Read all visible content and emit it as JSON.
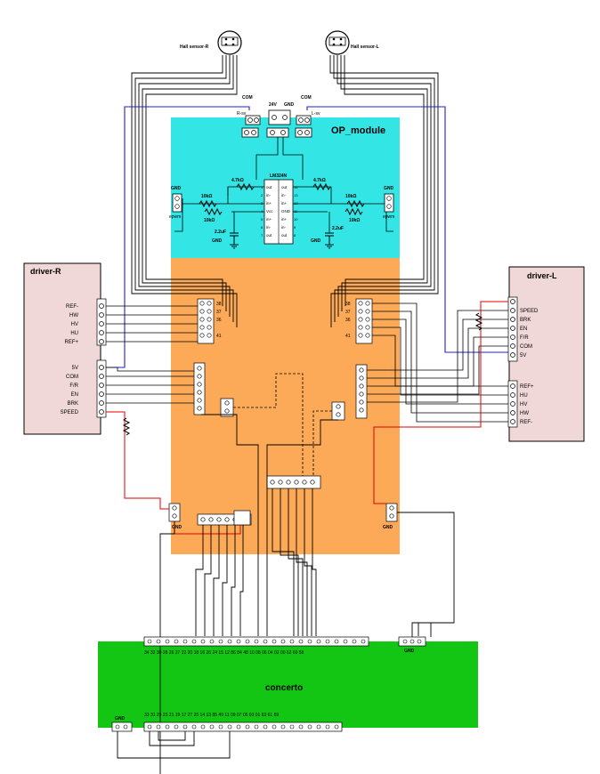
{
  "colors": {
    "op_module": "#33e5e5",
    "main_board": "#fcaa58",
    "driver_box": "#f0d8d8",
    "concerto": "#13c613",
    "wire": "#000000",
    "wire_red": "#e00000",
    "wire_blue": "#2020d0"
  },
  "sensors": {
    "right": "Hall sensor-R",
    "left": "Hall sensor-L"
  },
  "power": {
    "com_left": "COM",
    "v24": "24V",
    "gnd": "GND",
    "com_right": "COM",
    "r_sv": "R-sv",
    "l_sv": "L-sv"
  },
  "op_module": {
    "title": "OP_module",
    "chip": "LM324N",
    "gnd_left": "GND",
    "gnd_right": "GND",
    "epwm_left": "epwm",
    "epwm_right": "epwm",
    "r_10k_1": "10kΩ",
    "r_10k_2": "10kΩ",
    "r_10k_3": "10kΩ",
    "r_10k_4": "10kΩ",
    "r_47k_1": "4.7kΩ",
    "r_47k_2": "4.7kΩ",
    "c_1": "2.2uF",
    "c_2": "2.2uF",
    "gnd_c1": "GND",
    "gnd_c2": "GND",
    "pins_left": [
      "out",
      "in-",
      "in+",
      "Vcc",
      "in+",
      "in-",
      "out"
    ],
    "pins_right": [
      "out",
      "in-",
      "in+",
      "GND",
      "in+",
      "in-",
      "out"
    ],
    "pin_nums_left": [
      "1",
      "2",
      "3",
      "4",
      "5",
      "6",
      "7"
    ],
    "pin_nums_right": [
      "14",
      "13",
      "12",
      "11",
      "10",
      "9",
      "8"
    ]
  },
  "driver_r": {
    "title": "driver-R",
    "top_pins": [
      "REF-",
      "HW",
      "HV",
      "HU",
      "REF+"
    ],
    "bottom_pins": [
      "5V",
      "COM",
      "F/R",
      "EN",
      "BRK",
      "SPEED"
    ]
  },
  "driver_l": {
    "title": "driver-L",
    "top_pins": [
      "SPEED",
      "BRK",
      "EN",
      "F/R",
      "COM",
      "5V"
    ],
    "bottom_pins": [
      "REF+",
      "HU",
      "HV",
      "HW",
      "REF-"
    ]
  },
  "board": {
    "gnd_left": "GND",
    "gnd_right": "GND",
    "hall_r_labels": [
      "38",
      "37",
      "36",
      "41"
    ],
    "hall_l_labels": [
      "38",
      "37",
      "36",
      "41"
    ]
  },
  "concerto": {
    "title": "concerto",
    "gnd_top": "GND",
    "gnd_bottom": "GND",
    "top_pins": "34 32 30 28 26 27 22 20 18 16 26 24 15 12 86 84 48 10 08 06 04 02 00 62 60 58",
    "bottom_pins": "33 31 29 23 21 19 17 27 25 14 13 85 49 11 09 07 05 03 01 63 61 59"
  }
}
